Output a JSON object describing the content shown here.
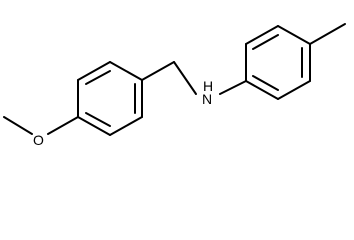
{
  "molecule": {
    "atoms": {
      "nitrogen_label": "H\nN",
      "nitrogen_h": "H",
      "nitrogen_n": "N",
      "oxygen": "O"
    },
    "colors": {
      "bond": "#000000",
      "background": "#ffffff"
    }
  }
}
